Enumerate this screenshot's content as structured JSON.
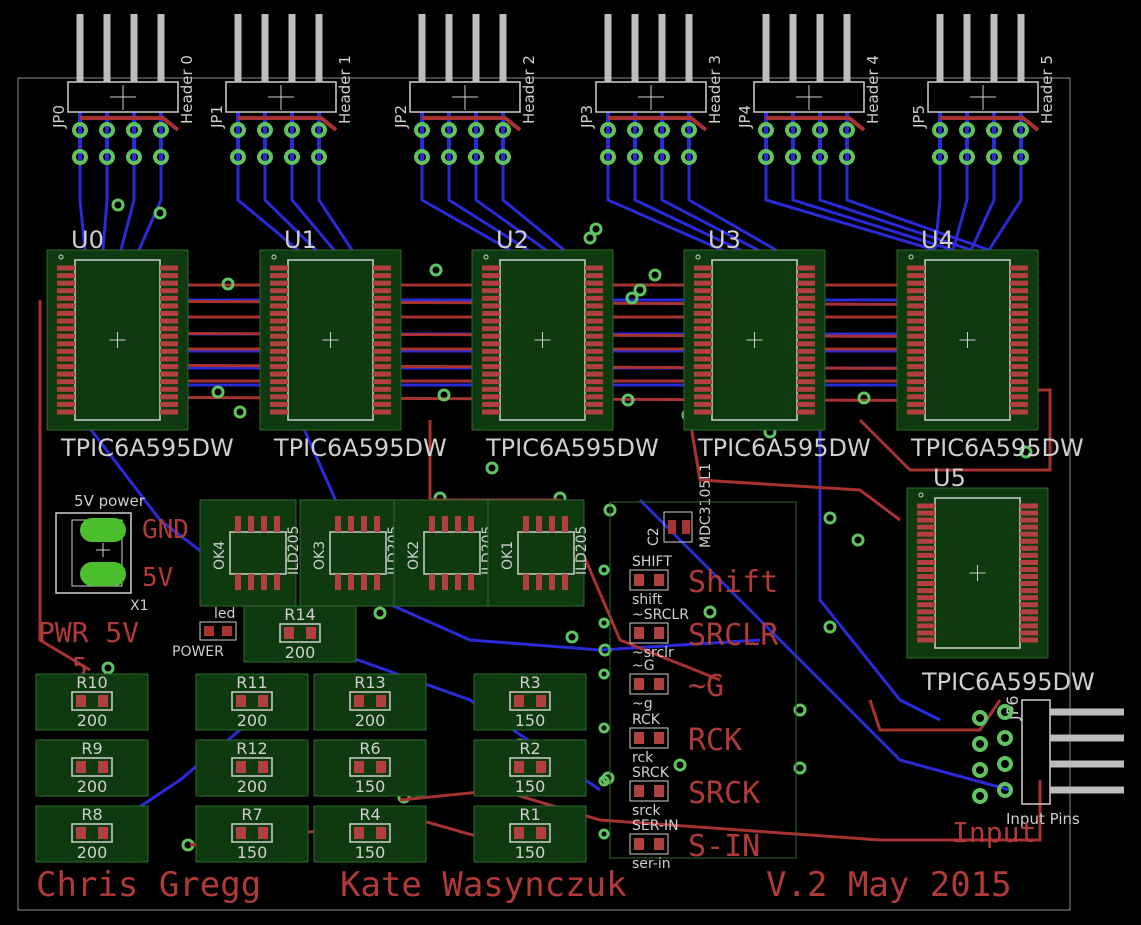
{
  "headers": [
    {
      "ref": "JP0",
      "name": "Header 0"
    },
    {
      "ref": "JP1",
      "name": "Header 1"
    },
    {
      "ref": "JP2",
      "name": "Header 2"
    },
    {
      "ref": "JP3",
      "name": "Header 3"
    },
    {
      "ref": "JP4",
      "name": "Header 4"
    },
    {
      "ref": "JP5",
      "name": "Header 5"
    }
  ],
  "chips_top": [
    {
      "ref": "U0",
      "part": "TPIC6A595DW"
    },
    {
      "ref": "U1",
      "part": "TPIC6A595DW"
    },
    {
      "ref": "U2",
      "part": "TPIC6A595DW"
    },
    {
      "ref": "U3",
      "part": "TPIC6A595DW"
    },
    {
      "ref": "U4",
      "part": "TPIC6A595DW"
    }
  ],
  "chip_u5": {
    "ref": "U5",
    "part": "TPIC6A595DW"
  },
  "opto": [
    {
      "ref": "OK4",
      "part": "ILD205"
    },
    {
      "ref": "OK3",
      "part": "ILD205"
    },
    {
      "ref": "OK2",
      "part": "ILD205"
    },
    {
      "ref": "OK1",
      "part": "ILD205"
    }
  ],
  "cap": {
    "ref": "C2",
    "part": "MDC3105L1"
  },
  "power": {
    "title": "5V power",
    "gnd": "GND",
    "v5": "5V",
    "ref": "X1",
    "pwr_label": "PWR 5V",
    "led": "led",
    "led_name": "POWER"
  },
  "resistors": [
    {
      "ref": "R14",
      "value": "200"
    },
    {
      "ref": "R10",
      "value": "200"
    },
    {
      "ref": "R9",
      "value": "200"
    },
    {
      "ref": "R8",
      "value": "200"
    },
    {
      "ref": "R11",
      "value": "200"
    },
    {
      "ref": "R12",
      "value": "200"
    },
    {
      "ref": "R7",
      "value": "150"
    },
    {
      "ref": "R13",
      "value": "200"
    },
    {
      "ref": "R6",
      "value": "150"
    },
    {
      "ref": "R4",
      "value": "150"
    },
    {
      "ref": "R3",
      "value": "150"
    },
    {
      "ref": "R2",
      "value": "150"
    },
    {
      "ref": "R1",
      "value": "150"
    }
  ],
  "signals": [
    {
      "top": "SHIFT",
      "bottom": "shift",
      "big": "Shift"
    },
    {
      "top": "~SRCLR",
      "bottom": "~srclr",
      "big": "SRCLR"
    },
    {
      "top": "~G",
      "bottom": "~g",
      "big": "~G"
    },
    {
      "top": "RCK",
      "bottom": "rck",
      "big": "RCK"
    },
    {
      "top": "SRCK",
      "bottom": "srck",
      "big": "SRCK"
    },
    {
      "top": "SER-IN",
      "bottom": "ser-in",
      "big": "S-IN"
    }
  ],
  "input": {
    "pins_label": "Input Pins",
    "silk": "Input",
    "ref": "JP6"
  },
  "footer": {
    "author1": "Chris Gregg",
    "author2": "Kate Wasynczuk",
    "version": "V.2 May 2015"
  },
  "colors": {
    "bottom_copper": "#2a2ad8",
    "top_copper": "#a83232",
    "pads": "#5fc45f",
    "package_fill": "#0f3a0f"
  }
}
